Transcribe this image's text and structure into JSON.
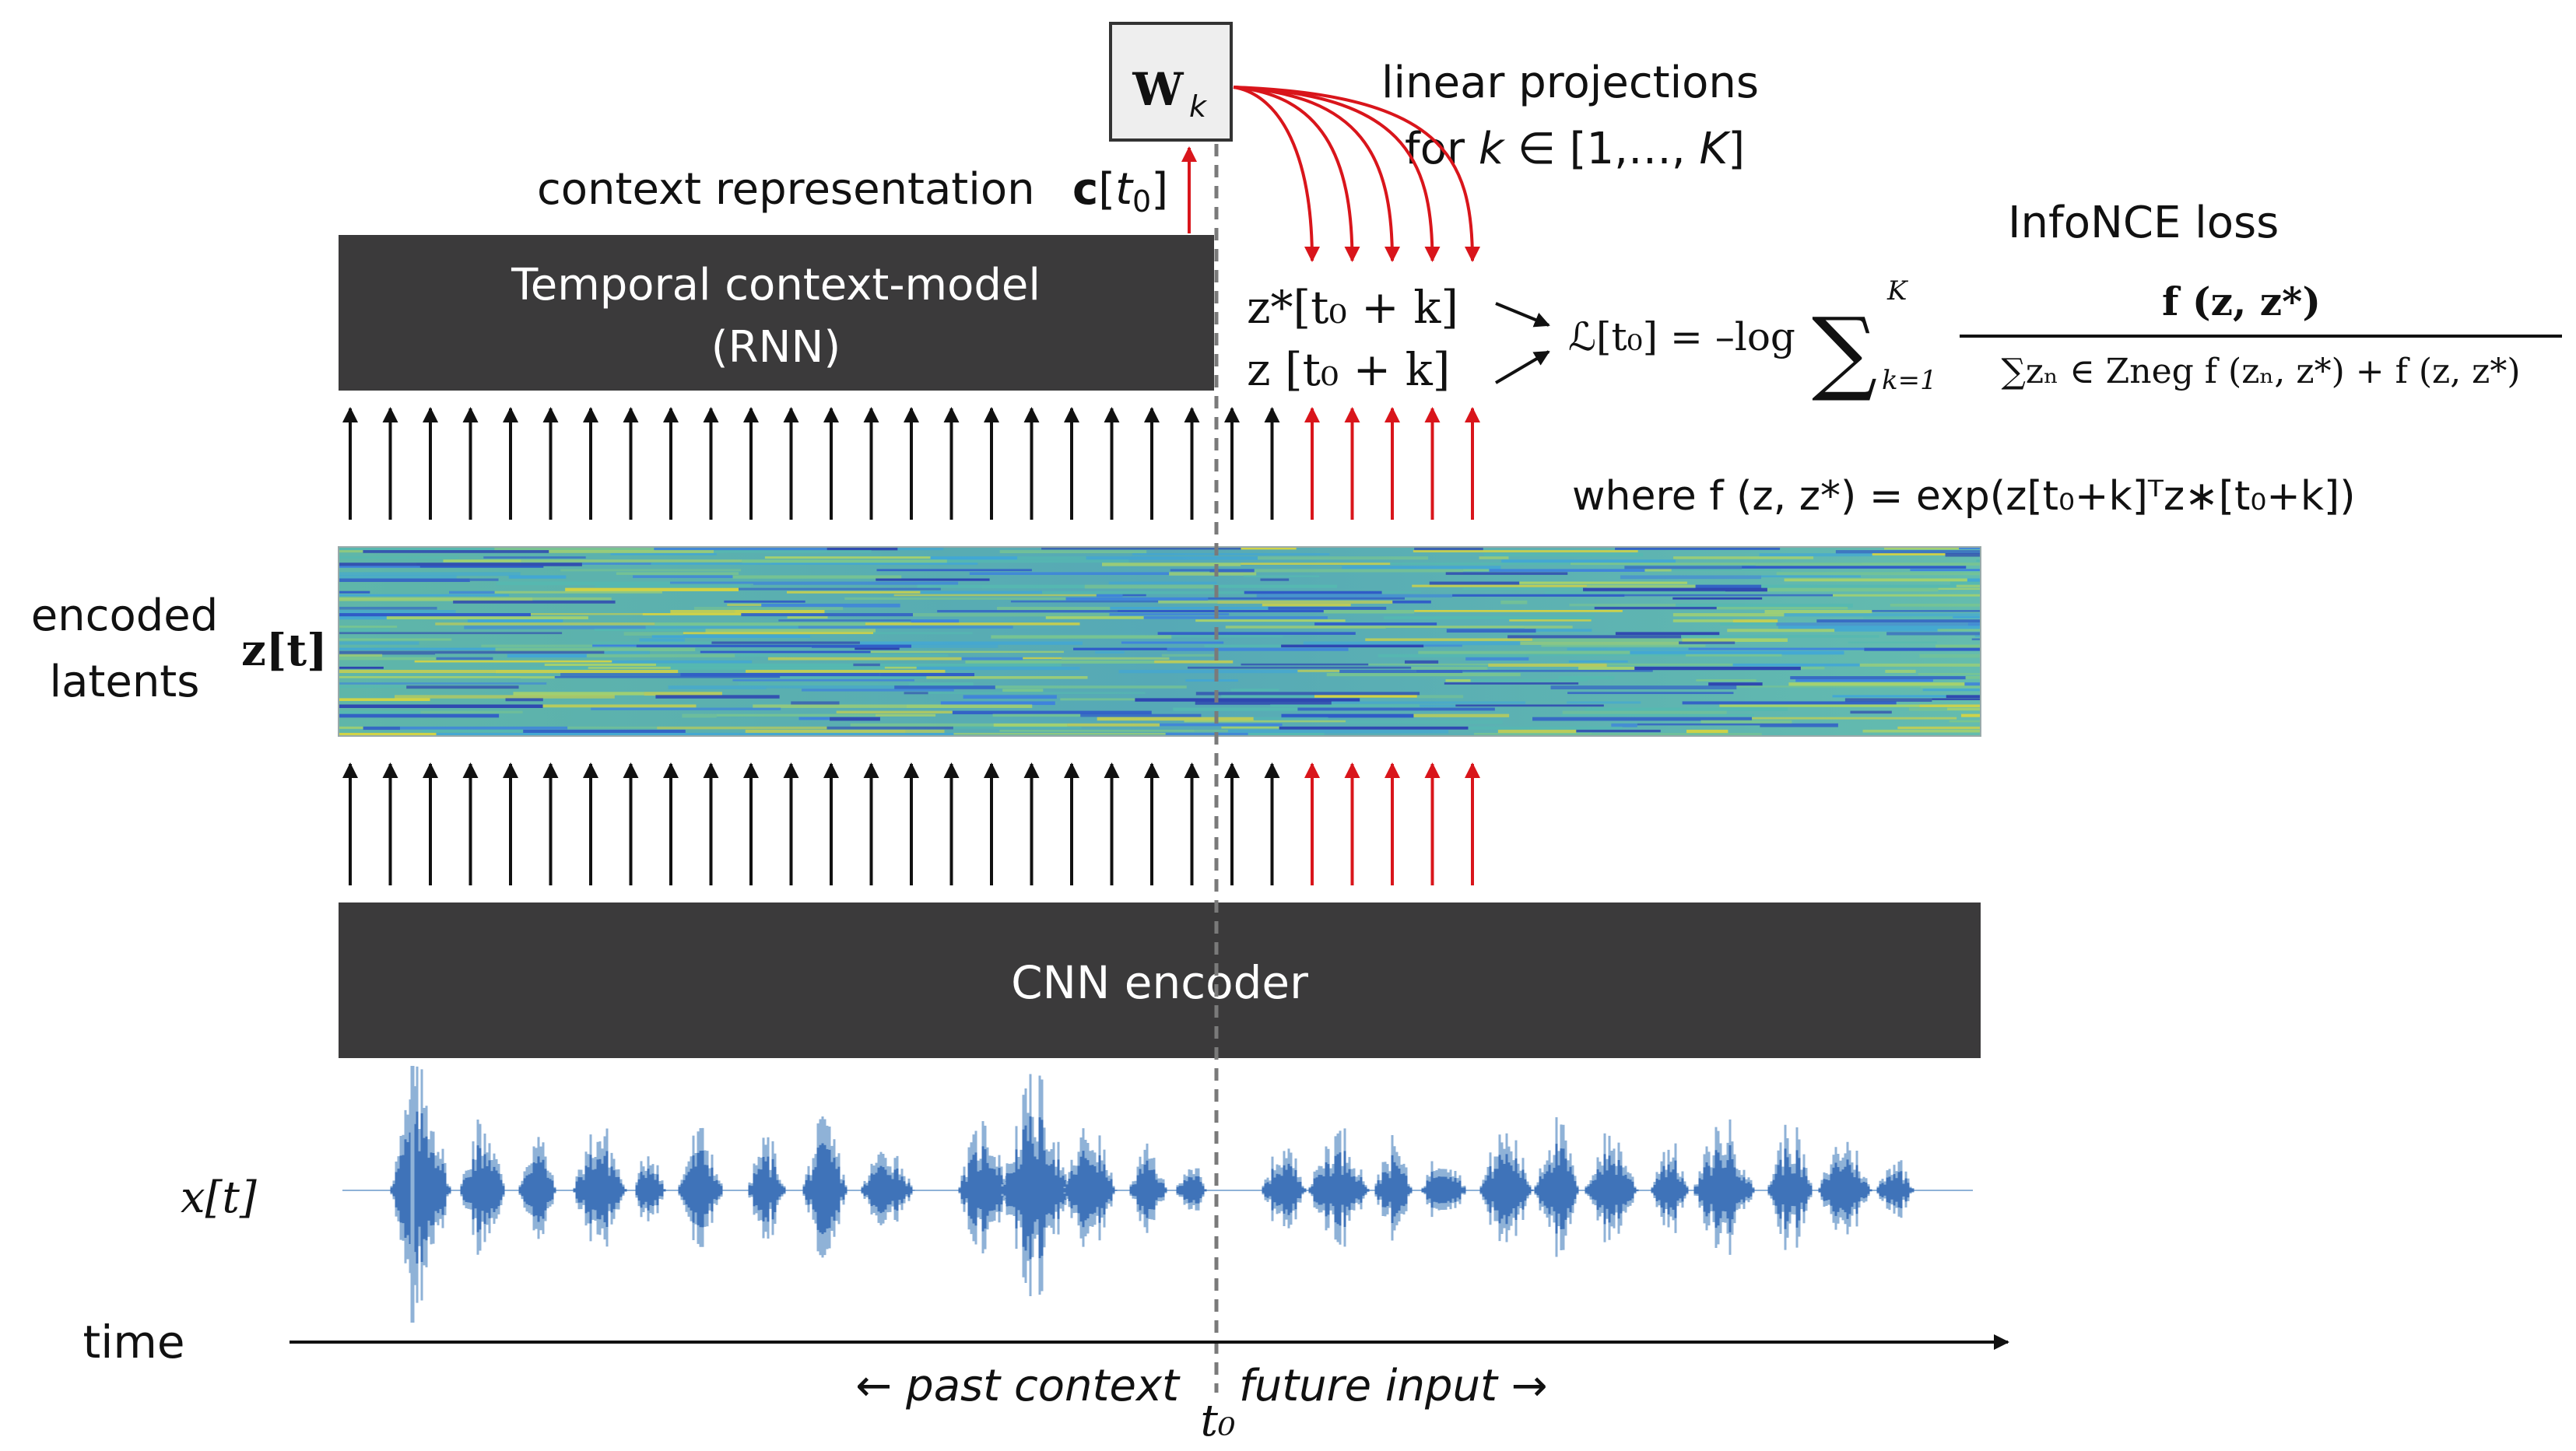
{
  "diagram": {
    "weights_box": {
      "symbol": "W",
      "subscript": "k"
    },
    "projections_label": {
      "line1": "linear projections",
      "line2_prefix": "for ",
      "line2_var": "k",
      "line2_range": " ∈ [1,…, ",
      "line2_end_var": "K",
      "line2_end": "]"
    },
    "context_rep": {
      "text": "context representation",
      "symbol": "c",
      "arg_var": "t",
      "arg_sub": "0"
    },
    "rnn_box": {
      "line1": "Temporal context-model",
      "line2": "(RNN)"
    },
    "targets": {
      "positive": "z*[t₀ + k]",
      "sample": "z [t₀ + k]"
    },
    "loss": {
      "title": "InfoNCE loss",
      "lhs": "ℒ[t₀] = –log",
      "sum_sym": "∑",
      "sum_upper": "K",
      "sum_lower": "k=1",
      "numerator": "f (z, z*)",
      "denominator": "∑zₙ ∈ Zneg f (zₙ, z*) + f (z, z*)",
      "where": "where f (z, z*) = exp(z[t₀+k]ᵀz∗[t₀+k])"
    },
    "latents": {
      "label_line1": "encoded",
      "label_line2": "latents",
      "symbol": "z[t]"
    },
    "cnn_box": {
      "label": "CNN encoder"
    },
    "signal": {
      "symbol": "x[t]"
    },
    "time": {
      "label": "time",
      "past": "← past context",
      "future": "future input →",
      "t0": "t₀"
    },
    "colors": {
      "box": "#3b3a3b",
      "red_arrow": "#d9151b",
      "black_arrow": "#111111",
      "waveform_dark": "#3f73b9",
      "waveform_light": "#8fb2d7",
      "heatmap_base": "#6ab7a6",
      "dashed_line": "#7a7a7a"
    },
    "arrow_counts": {
      "black": 24,
      "red": 5
    }
  }
}
